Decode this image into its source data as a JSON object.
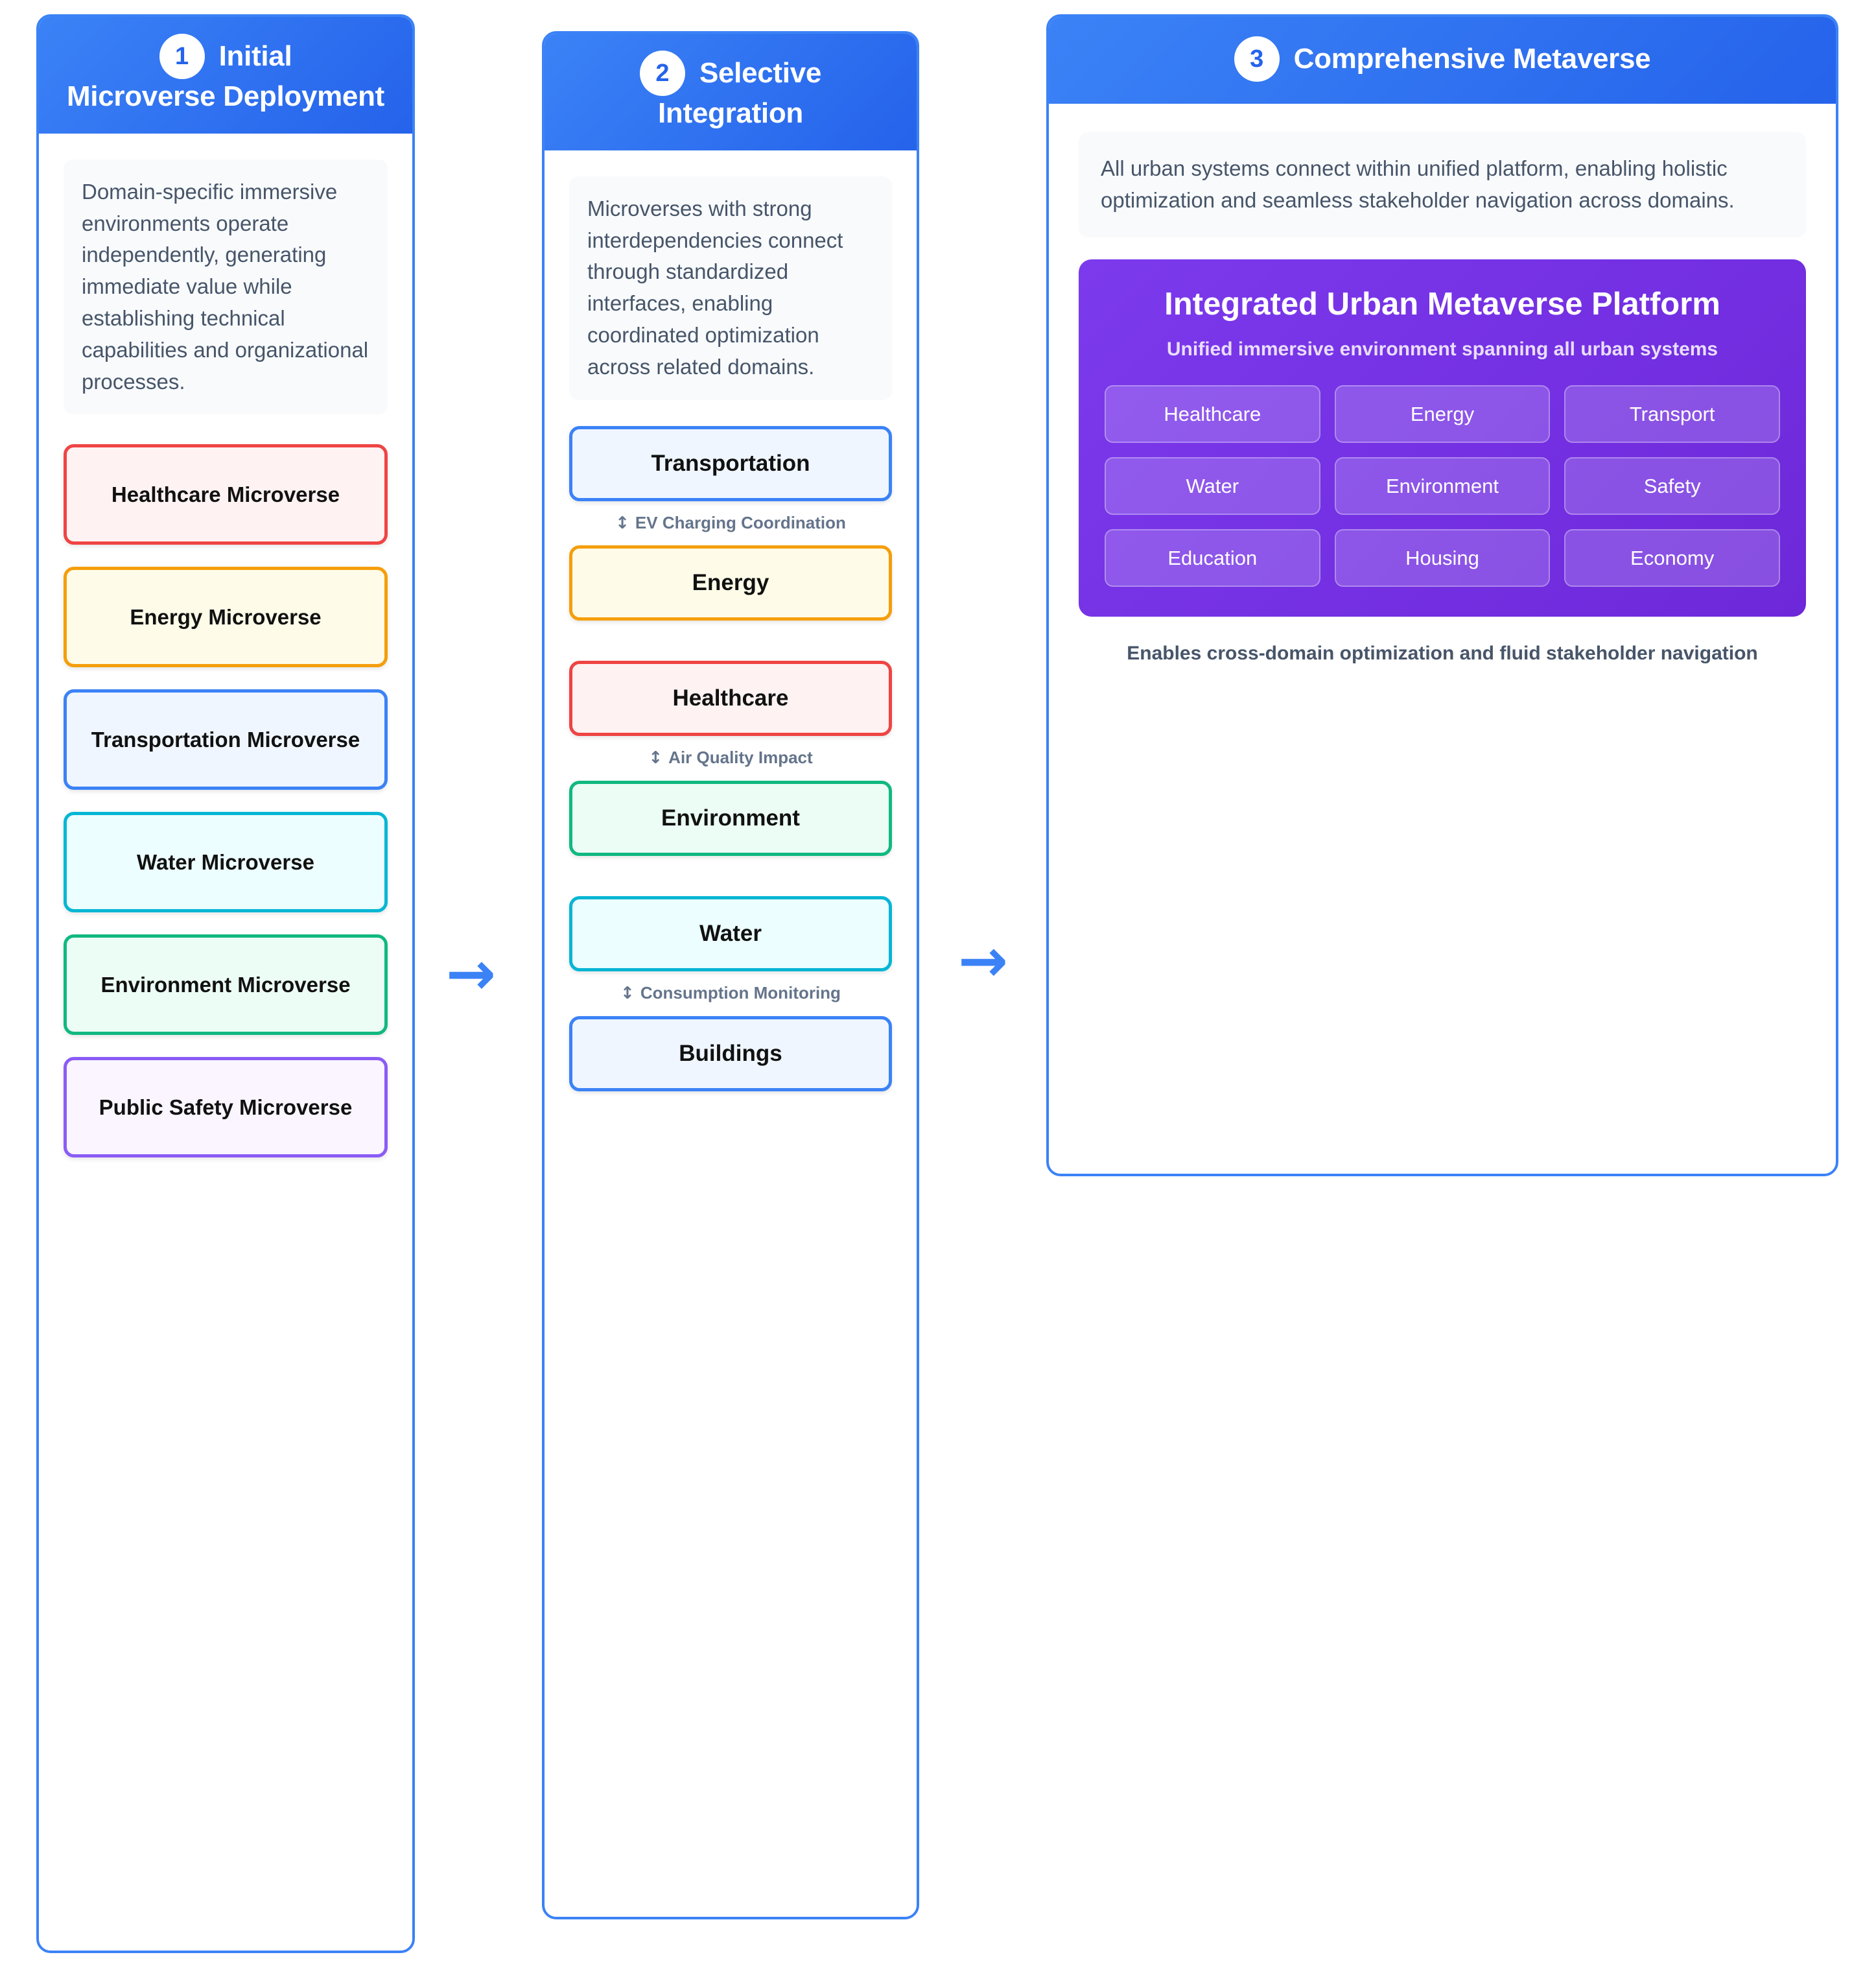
{
  "stages": [
    {
      "number": "1",
      "title_line1": "Initial",
      "title_line2": "Microverse Deployment",
      "description": "Domain-specific immersive environments operate independently, generating immediate value while establishing technical capabilities and organizational processes.",
      "nodes": [
        {
          "label": "Healthcare Microverse",
          "border": "#ef4444",
          "fill": "#fef2f2"
        },
        {
          "label": "Energy Microverse",
          "border": "#f59e0b",
          "fill": "#fefce8"
        },
        {
          "label": "Transportation Microverse",
          "border": "#3b82f6",
          "fill": "#eff6ff"
        },
        {
          "label": "Water Microverse",
          "border": "#06b6d4",
          "fill": "#ecfeff"
        },
        {
          "label": "Environment Microverse",
          "border": "#10b981",
          "fill": "#ecfdf5"
        },
        {
          "label": "Public Safety Microverse",
          "border": "#8b5cf6",
          "fill": "#faf5ff"
        }
      ]
    },
    {
      "number": "2",
      "title_line1": "Selective",
      "title_line2": "Integration",
      "description": "Microverses with strong interdependencies connect through standardized interfaces, enabling coordinated optimization across related domains.",
      "flow": [
        {
          "type": "node",
          "label": "Transportation",
          "border": "#3b82f6",
          "fill": "#eff6ff"
        },
        {
          "type": "link",
          "icon": "↕",
          "label": "EV Charging Coordination"
        },
        {
          "type": "node",
          "label": "Energy",
          "border": "#f59e0b",
          "fill": "#fefce8"
        },
        {
          "type": "gap"
        },
        {
          "type": "node",
          "label": "Healthcare",
          "border": "#ef4444",
          "fill": "#fef2f2"
        },
        {
          "type": "link",
          "icon": "↕",
          "label": "Air Quality Impact"
        },
        {
          "type": "node",
          "label": "Environment",
          "border": "#10b981",
          "fill": "#ecfdf5"
        },
        {
          "type": "gap"
        },
        {
          "type": "node",
          "label": "Water",
          "border": "#06b6d4",
          "fill": "#ecfeff"
        },
        {
          "type": "link",
          "icon": "↕",
          "label": "Consumption Monitoring"
        },
        {
          "type": "node",
          "label": "Buildings",
          "border": "#3b82f6",
          "fill": "#eff6ff"
        }
      ]
    },
    {
      "number": "3",
      "title_line1": "Comprehensive Metaverse",
      "title_line2": "",
      "description": "All urban systems connect within unified platform, enabling holistic optimization and seamless stakeholder navigation across domains.",
      "platform": {
        "title": "Integrated Urban Metaverse Platform",
        "subtitle": "Unified immersive environment spanning all urban systems",
        "domains": [
          "Healthcare",
          "Energy",
          "Transport",
          "Water",
          "Environment",
          "Safety",
          "Education",
          "Housing",
          "Economy"
        ],
        "footer": "Enables cross-domain optimization and fluid stakeholder navigation"
      }
    }
  ],
  "arrows": [
    {
      "glyph": "→"
    },
    {
      "glyph": "→"
    }
  ],
  "colors": {
    "accent": "#3b82f6",
    "accent_dark": "#2563eb",
    "platform": "#7c3aed",
    "muted_text": "#64748b",
    "body_text": "#475569"
  }
}
